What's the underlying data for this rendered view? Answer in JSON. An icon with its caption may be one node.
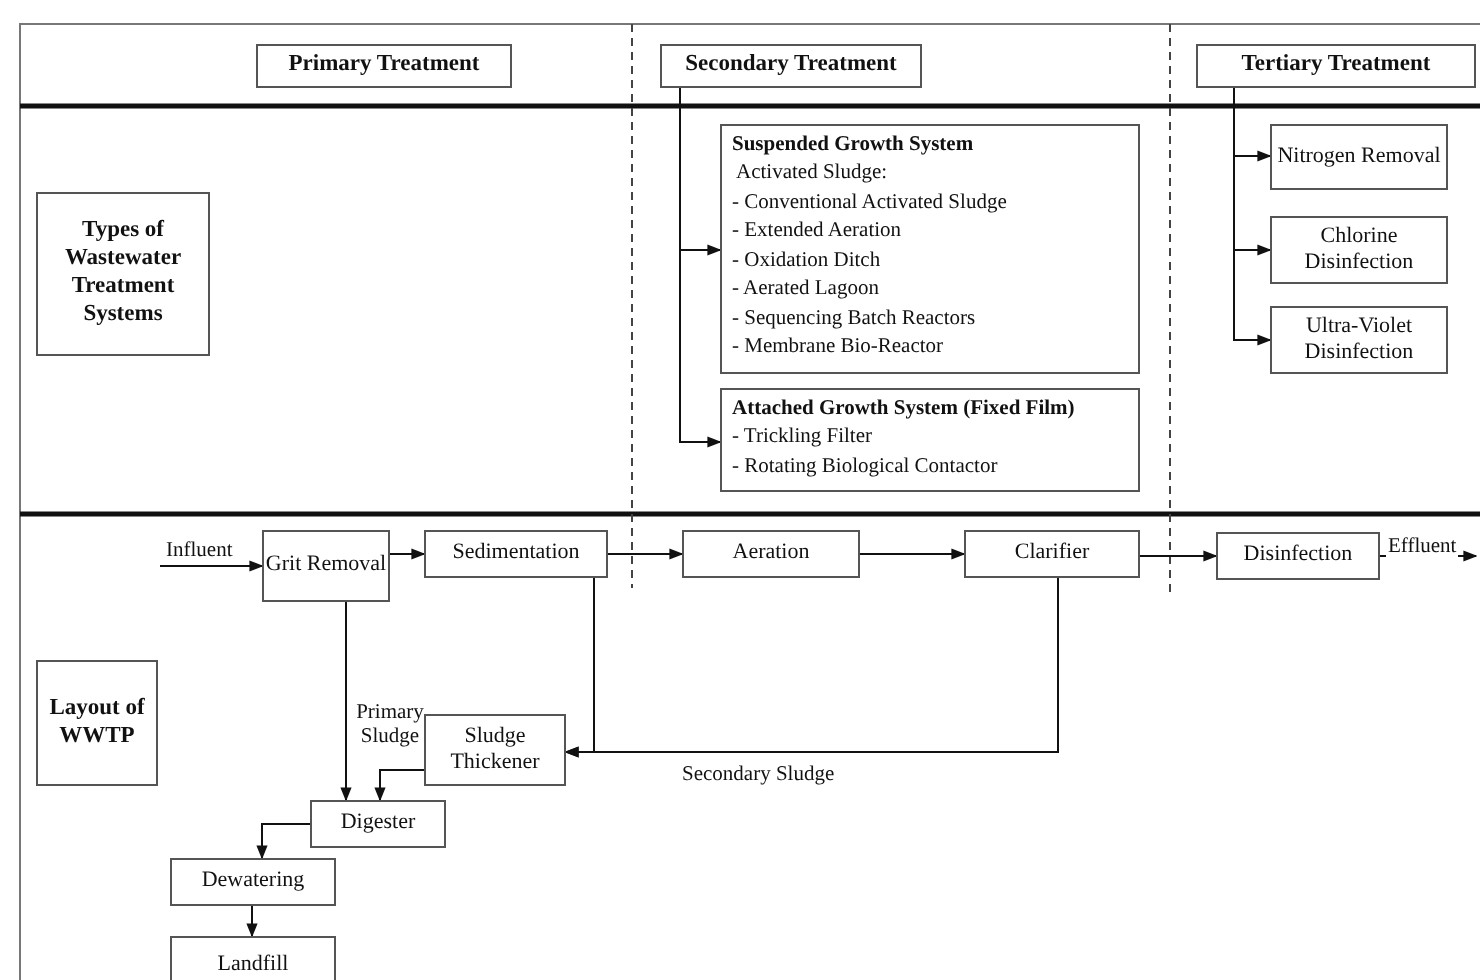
{
  "diagram": {
    "nodes": [
      {
        "text": [
          "Primary Treatment"
        ]
      },
      {
        "text": [
          "Secondary Treatment"
        ]
      },
      {
        "text": [
          "Tertiary Treatment"
        ]
      },
      {
        "text": [
          "Types of Wastewater Treatment Systems"
        ]
      },
      {
        "text": [
          "Suspended Growth System",
          "Activated Sludge:",
          "- Conventional Activated Sludge",
          "- Extended Aeration",
          "- Oxidation Ditch",
          "- Aerated Lagoon",
          "- Sequencing Batch Reactors",
          "- Membrane Bio-Reactor"
        ]
      },
      {
        "text": [
          "Attached Growth System (Fixed Film)",
          "- Trickling Filter",
          "- Rotating Biological Contactor"
        ]
      },
      {
        "text": [
          "Nitrogen Removal"
        ]
      },
      {
        "text": [
          "Chlorine Disinfection"
        ]
      },
      {
        "text": [
          "Ultra-Violet Disinfection"
        ]
      },
      {
        "text": [
          "Grit Removal"
        ]
      },
      {
        "text": [
          "Sedimentation"
        ]
      },
      {
        "text": [
          "Aeration"
        ]
      },
      {
        "text": [
          "Clarifier"
        ]
      },
      {
        "text": [
          "Disinfection"
        ]
      },
      {
        "text": [
          "Layout of WWTP"
        ]
      },
      {
        "text": [
          "Sludge Thickener"
        ]
      },
      {
        "text": [
          "Digester"
        ]
      },
      {
        "text": [
          "Dewatering"
        ]
      },
      {
        "text": [
          "Landfill"
        ]
      }
    ],
    "edges": [
      {
        "from": 1,
        "to": 4,
        "arrow": "to"
      },
      {
        "from": 1,
        "to": 5,
        "arrow": "to"
      },
      {
        "from": 2,
        "to": 6,
        "arrow": "to"
      },
      {
        "from": 2,
        "to": 7,
        "arrow": "to"
      },
      {
        "from": 2,
        "to": 8,
        "arrow": "to"
      },
      {
        "from": null,
        "to": 9,
        "arrow": "to",
        "label": "Influent"
      },
      {
        "from": 9,
        "to": 10,
        "arrow": "to"
      },
      {
        "from": 10,
        "to": 11,
        "arrow": "to"
      },
      {
        "from": 11,
        "to": 12,
        "arrow": "to"
      },
      {
        "from": 12,
        "to": 13,
        "arrow": "to"
      },
      {
        "from": 13,
        "to": null,
        "arrow": "to",
        "label": "Effluent"
      },
      {
        "from": 9,
        "to": 16,
        "arrow": "to",
        "label": "Primary Sludge"
      },
      {
        "from": 10,
        "to": 15,
        "arrow": "to"
      },
      {
        "from": 12,
        "to": 15,
        "arrow": "to",
        "label": "Secondary Sludge"
      },
      {
        "from": 15,
        "to": 16,
        "arrow": "to"
      },
      {
        "from": 16,
        "to": 17,
        "arrow": "to"
      },
      {
        "from": 17,
        "to": 18,
        "arrow": "to"
      }
    ]
  }
}
